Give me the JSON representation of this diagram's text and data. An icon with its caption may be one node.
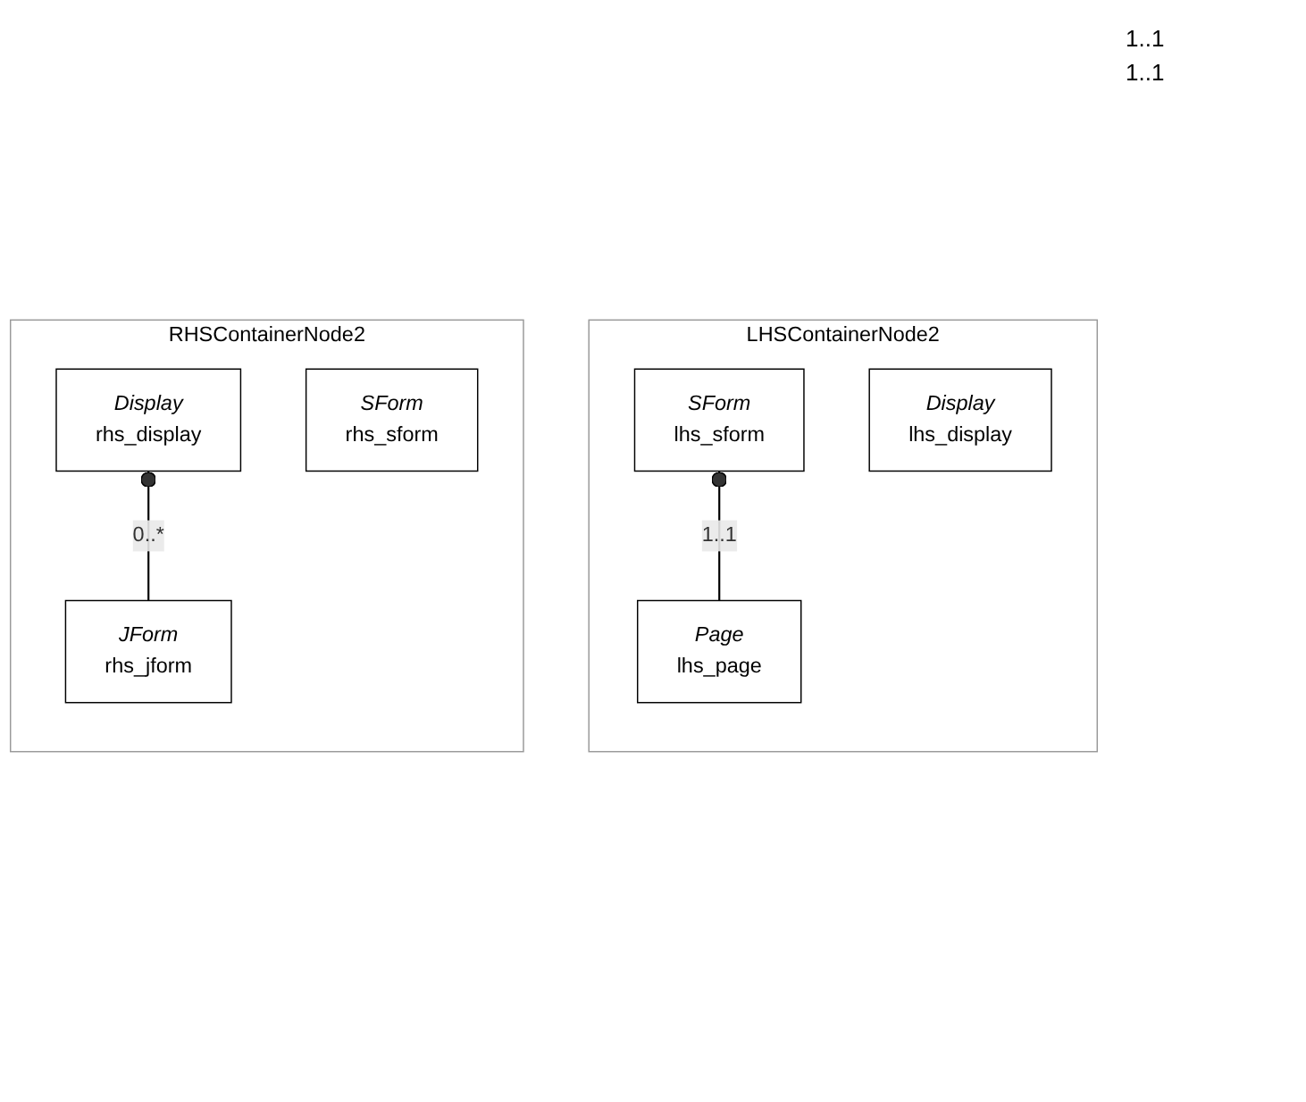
{
  "diagram": {
    "nodes": [
      {
        "text": [
          "LHSContainerNode2"
        ]
      },
      {
        "text": [
          "SForm",
          "lhs_sform"
        ],
        "in": 0
      },
      {
        "text": [
          "Page",
          "lhs_page"
        ],
        "in": 0
      },
      {
        "text": [
          "Display",
          "lhs_display"
        ],
        "in": 0
      },
      {
        "text": [
          "RHSContainerNode2"
        ]
      },
      {
        "text": [
          "Display",
          "rhs_display"
        ],
        "in": 4
      },
      {
        "text": [
          "JForm",
          "rhs_jform"
        ],
        "in": 4
      },
      {
        "text": [
          "SForm",
          "rhs_sform"
        ],
        "in": 4
      }
    ],
    "edges": [
      {
        "from": 2,
        "to": 1,
        "arrow": "other",
        "label": "1..1"
      },
      {
        "from": 6,
        "to": 5,
        "arrow": "other",
        "label": "0..*"
      }
    ],
    "labels": [
      "1..1",
      "1..1"
    ]
  }
}
